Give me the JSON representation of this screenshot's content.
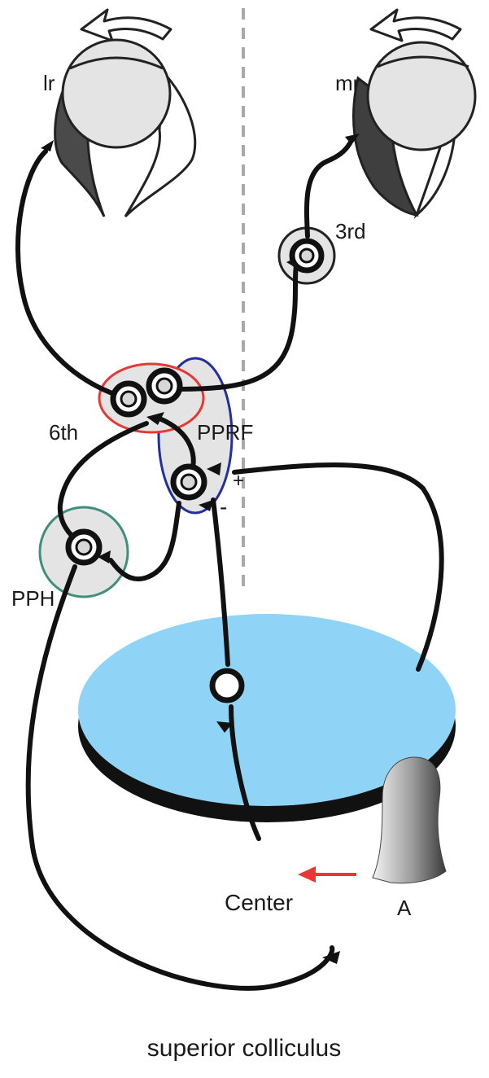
{
  "labels": {
    "lr": "lr",
    "mr": "mr",
    "third": "3rd",
    "sixth": "6th",
    "pprf": "PPRF",
    "pph": "PPH",
    "plus": "+",
    "minus": "-",
    "center": "Center",
    "a": "A",
    "caption": "superior colliculus"
  },
  "colors": {
    "midline": "#a9a9a9",
    "sixth_outline": "#e53935",
    "pprf_outline": "#23309a",
    "pph_outline": "#3f8f7a",
    "colliculus_fill": "#8fd4f6",
    "colliculus_rim": "#111111",
    "arrow_red": "#e53935",
    "nucleus_fill": "#e4e4e4"
  },
  "icons": [
    "left-eye-icon",
    "right-eye-icon",
    "rotation-arrow-icon",
    "activity-hill-icon"
  ]
}
